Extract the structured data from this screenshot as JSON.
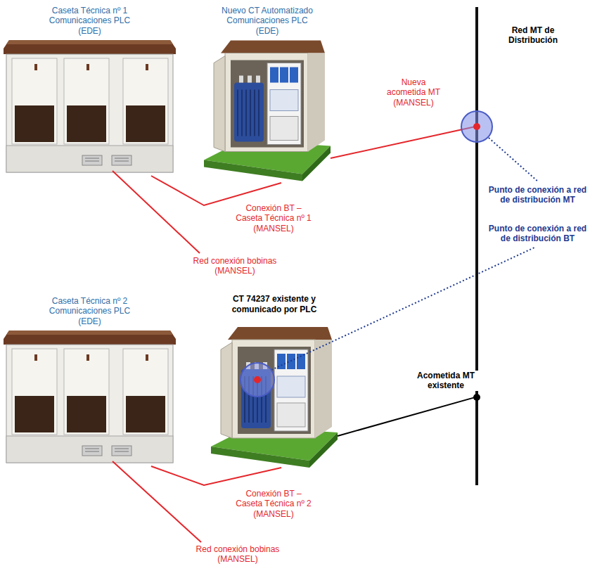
{
  "diagram": {
    "nodes": [
      {
        "text": [
          "Caseta Técnica nº 1 Comunicaciones PLC (EDE)"
        ]
      },
      {
        "text": [
          "Nuevo CT Automatizado Comunicaciones PLC (EDE)"
        ]
      },
      {
        "text": [
          "Red MT de Distribución"
        ]
      },
      {
        "text": [
          "Caseta Técnica nº 2 Comunicaciones PLC (EDE)"
        ]
      },
      {
        "text": [
          "CT 74237 existente y comunicado por PLC"
        ]
      }
    ],
    "edges": [
      {
        "from": 1,
        "to": 0,
        "arrow": "none",
        "label": "Conexión BT – Caseta Técnica nº 1 (MANSEL)"
      },
      {
        "from": 1,
        "to": 2,
        "arrow": "none",
        "label": "Nueva acometida MT (MANSEL)"
      },
      {
        "from": 4,
        "to": 3,
        "arrow": "none",
        "label": "Conexión BT – Caseta Técnica nº 2 (MANSEL)"
      },
      {
        "from": 4,
        "to": 2,
        "arrow": "none",
        "label": "Acometida MT existente"
      }
    ],
    "labels": [
      "Red conexión bobinas (MANSEL)",
      "Punto de conexión a red de distribución MT",
      "Punto de conexión a red de distribución BT",
      "Red conexión bobinas (MANSEL)"
    ]
  }
}
